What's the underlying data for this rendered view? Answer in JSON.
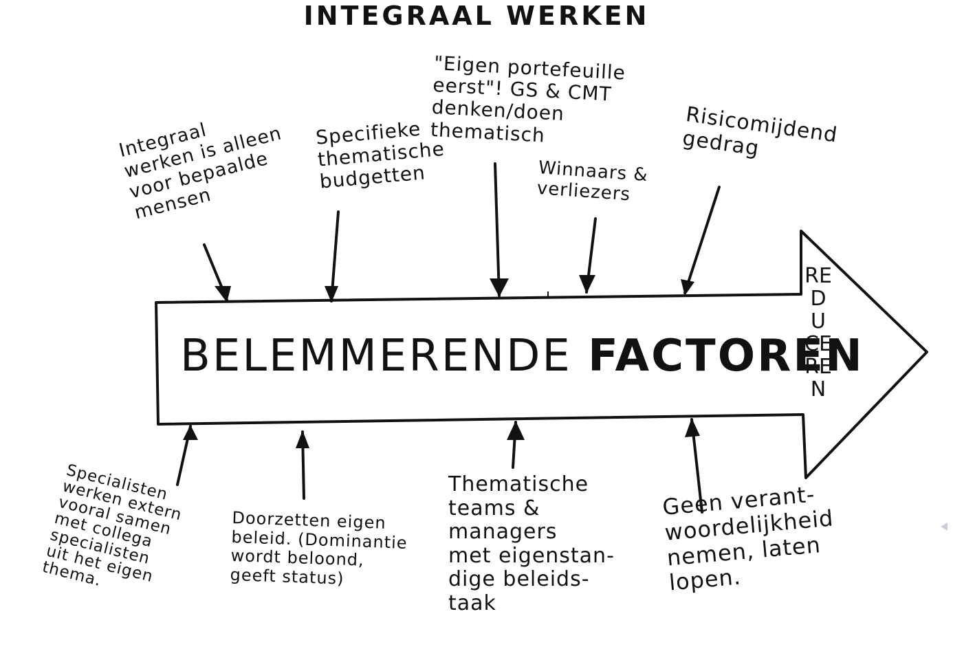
{
  "title": "INTEGRAAL WERKEN",
  "central_arrow": {
    "label_part1": "BELEMMERENDE",
    "label_part2": "FACTOREN",
    "tip_label": "REDUCEREN"
  },
  "top_factors": [
    "Integraal\nwerken is alleen\nvoor bepaalde\nmensen",
    "Specifieke\nthematische\nbudgetten",
    "\"Eigen portefeuille\neerst\"! GS & CMT\ndenken/doen\nthematisch",
    "Winnaars &\nverliezers",
    "Risicomijdend\ngedrag"
  ],
  "bottom_factors": [
    "Specialisten\nwerken extern\nvooral samen\nmet collega\nspecialisten\nuit het eigen\nthema.",
    "Doorzetten eigen\nbeleid. (Dominantie\nwordt beloond,\ngeeft status)",
    "Thematische\nteams &\nmanagers\nmet eigenstan-\ndige beleids-\ntaak",
    "Geen verant-\nwoordelijkheid\nnemen, laten\nlopen."
  ],
  "colors": {
    "ink": "#111111",
    "background": "#ffffff"
  }
}
